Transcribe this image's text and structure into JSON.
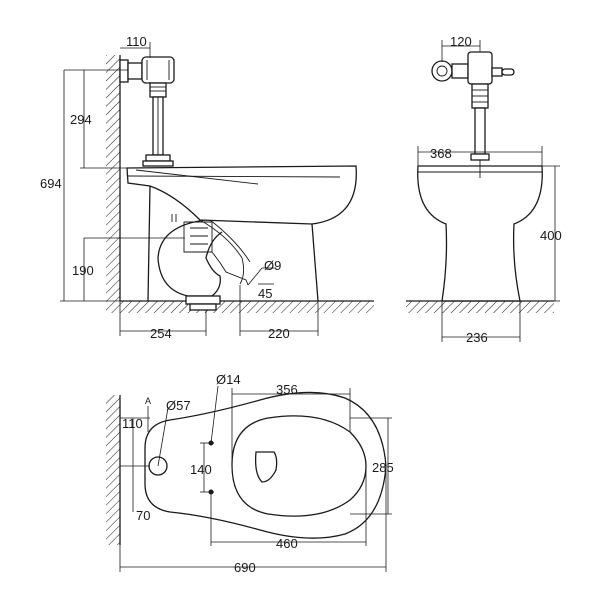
{
  "side_view": {
    "dim_flush_offset": "110",
    "dim_flush_height": "294",
    "dim_total_height": "694",
    "dim_outlet_height": "190",
    "dim_inlet_dia": "Ø9",
    "dim_inlet_45": "45",
    "dim_outlet_from_wall": "254",
    "dim_front_extension": "220"
  },
  "front_view": {
    "dim_valve_offset": "120",
    "dim_rim_width": "368",
    "dim_rim_height": "400",
    "dim_base_width": "236"
  },
  "top_view": {
    "marker_a": "A",
    "dim_wall_110": "110",
    "dim_hole_dia": "Ø57",
    "dim_bolt_dia": "Ø14",
    "dim_opening_width": "356",
    "dim_bolt_spacing": "140",
    "dim_bowl_depth": "285",
    "dim_wall_70": "70",
    "dim_bowl_length": "460",
    "dim_total_length": "690"
  }
}
